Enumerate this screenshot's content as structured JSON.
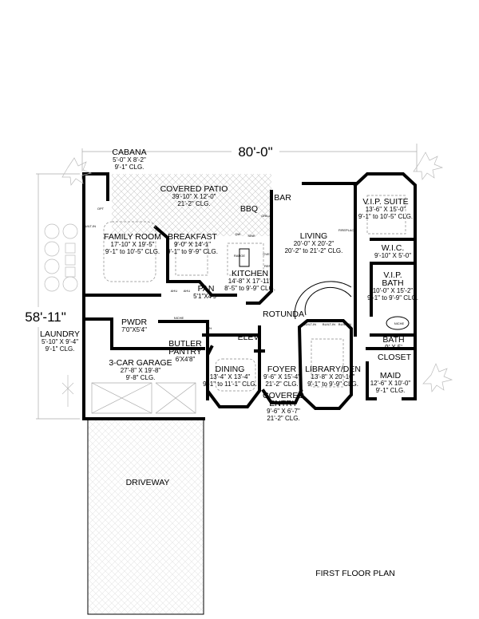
{
  "plan_title": "FIRST FLOOR PLAN",
  "dimensions": {
    "width": "80'-0\"",
    "depth": "58'-11\""
  },
  "rooms": {
    "cabana": {
      "name": "CABANA",
      "size": "5'-0\" X 8'-2\"",
      "ceiling": "9'-1\" CLG."
    },
    "covered_patio": {
      "name": "COVERED PATIO",
      "size": "39'-10\" X 12'-0\"",
      "ceiling": "21'-2\" CLG."
    },
    "bbq": {
      "name": "BBQ"
    },
    "bar": {
      "name": "BAR"
    },
    "family_room": {
      "name": "FAMILY ROOM",
      "size": "17'-10\" X 19'-5\"",
      "ceiling": "9'-1\" to 10'-5\" CLG."
    },
    "breakfast": {
      "name": "BREAKFAST",
      "size": "9'-0\" X 14'-1\"",
      "ceiling": "9'-1\" to 9'-9\" CLG."
    },
    "living": {
      "name": "LIVING",
      "size": "20'-0\" X 20'-2\"",
      "ceiling": "20'-2\" to 21'-2\" CLG."
    },
    "vip_suite": {
      "name": "V.I.P. SUITE",
      "size": "13'-6\" X 15'-0\"",
      "ceiling": "9'-1\" to 10'-5\" CLG."
    },
    "wic": {
      "name": "W.I.C.",
      "size": "9'-10\" X 5'-0\""
    },
    "vip_bath": {
      "name1": "V.I.P.",
      "name2": "BATH",
      "size": "10'-0\" X 15'-2\"",
      "ceiling": "9'-1\" to 9'-9\" CLG."
    },
    "kitchen": {
      "name": "KITCHEN",
      "size": "14'-8\" X 17'-11\"",
      "ceiling": "8'-5\" to 9'-9\" CLG."
    },
    "pantry": {
      "name": "PAN",
      "size": "5'1\"X4'9\""
    },
    "rotunda": {
      "name": "ROTUNDA"
    },
    "elevator": {
      "name": "ELEV"
    },
    "butler_pantry": {
      "name1": "BUTLER",
      "name2": "PANTRY",
      "size": "6'X4'8\""
    },
    "bath": {
      "name": "BATH",
      "size": "9' X 5'"
    },
    "closet": {
      "name": "CLOSET"
    },
    "laundry": {
      "name": "LAUNDRY",
      "size": "5'-10\" X 9'-4\"",
      "ceiling": "9'-1\" CLG."
    },
    "powder": {
      "name": "PWDR",
      "size": "7'0\"X5'4\""
    },
    "garage": {
      "name": "3-CAR GARAGE",
      "size": "27'-8\" X 19'-8\"",
      "ceiling": "9'-8\" CLG."
    },
    "dining": {
      "name": "DINING",
      "size": "13'-4\" X 13'-4\"",
      "ceiling": "9'-1\" to 11'-1\" CLG."
    },
    "foyer": {
      "name": "FOYER",
      "size": "9'-6\" X 15'-4\"",
      "ceiling": "21'-2\" CLG."
    },
    "library": {
      "name": "LIBRARY/DEN",
      "size": "13'-8\" X 20'-10\"",
      "ceiling": "9'-1\" to 9'-9\" CLG."
    },
    "maid": {
      "name": "MAID",
      "size": "12'-6\" X 10'-0\"",
      "ceiling": "9'-1\" CLG."
    },
    "covered_entry": {
      "name1": "COVERED",
      "name2": "ENTRY",
      "size": "9'-6\" X 6'-7\"",
      "ceiling": "21'-2\" CLG."
    },
    "driveway": {
      "name": "DRIVEWAY"
    }
  },
  "fixtures": {
    "built_in": "BUILT-IN",
    "niche": "NICHE",
    "fireplace": "FIREPLACE",
    "ahu": "AHU",
    "wh": "WH",
    "oven": "OVEN",
    "ref": "REF",
    "sink": "SINK",
    "dw": "DW",
    "grill": "GRILL",
    "range": "RANGE",
    "opt": "OPT"
  }
}
